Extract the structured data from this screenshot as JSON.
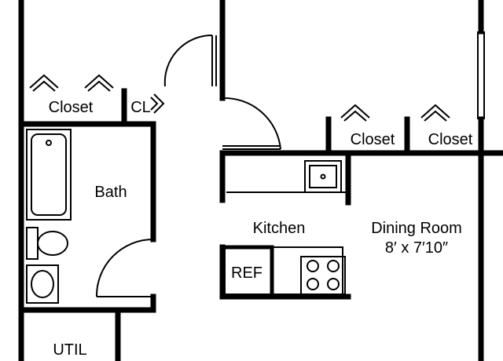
{
  "rooms": {
    "closet_left": "Closet",
    "cl": "CL",
    "bath": "Bath",
    "closet_mid": "Closet",
    "closet_right": "Closet",
    "kitchen": "Kitchen",
    "dining_title": "Dining Room",
    "dining_size": "8′ x 7′10″",
    "util": "UTIL"
  },
  "appliances": {
    "ref": "REF"
  },
  "colors": {
    "wall": "#000000",
    "background": "#ffffff"
  }
}
